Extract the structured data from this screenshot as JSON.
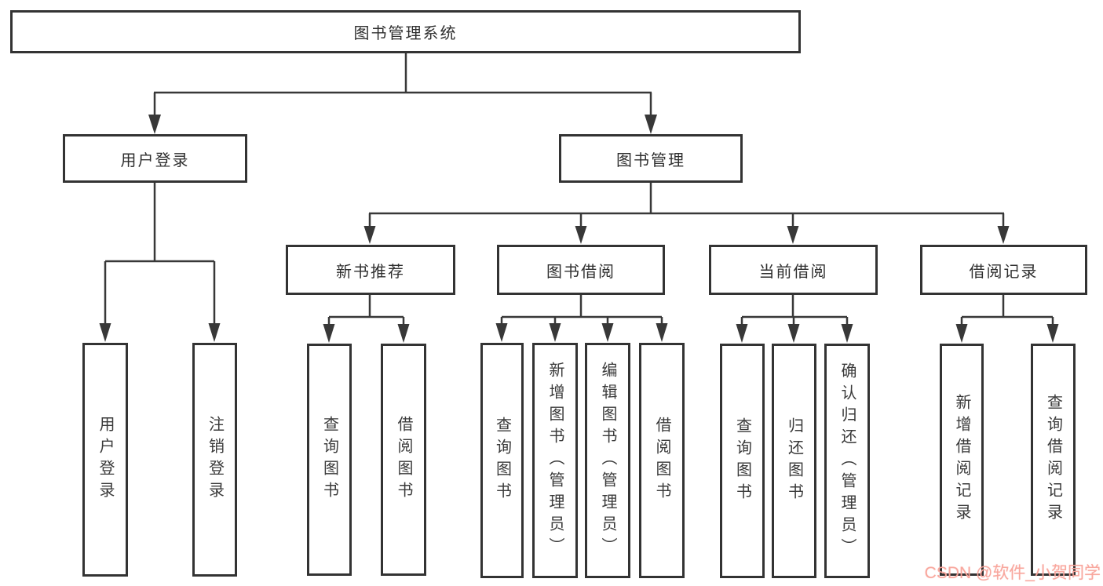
{
  "diagram_title": "图书管理系统",
  "nodes": {
    "root": "图书管理系统",
    "user_login": "用户登录",
    "book_mgmt": "图书管理",
    "new_book_rec": "新书推荐",
    "book_borrow": "图书借阅",
    "current_borrow": "当前借阅",
    "borrow_records": "借阅记录",
    "ul_login": "用户登录",
    "ul_logout": "注销登录",
    "nb_query": "查询图书",
    "nb_borrow": "借阅图书",
    "bb_query": "查询图书",
    "bb_add": "新增图书（管理员）",
    "bb_edit": "编辑图书（管理员）",
    "bb_borrow": "借阅图书",
    "cb_query": "查询图书",
    "cb_return": "归还图书",
    "cb_confirm": "确认归还（管理员）",
    "br_add": "新增借阅记录",
    "br_query": "查询借阅记录"
  },
  "watermark": "CSDN @软件_小贺同学",
  "colors": {
    "line": "#383838",
    "box_border": "#333333",
    "text": "#2f2f2f",
    "background": "#ffffff",
    "watermark": "#f8a59c"
  }
}
